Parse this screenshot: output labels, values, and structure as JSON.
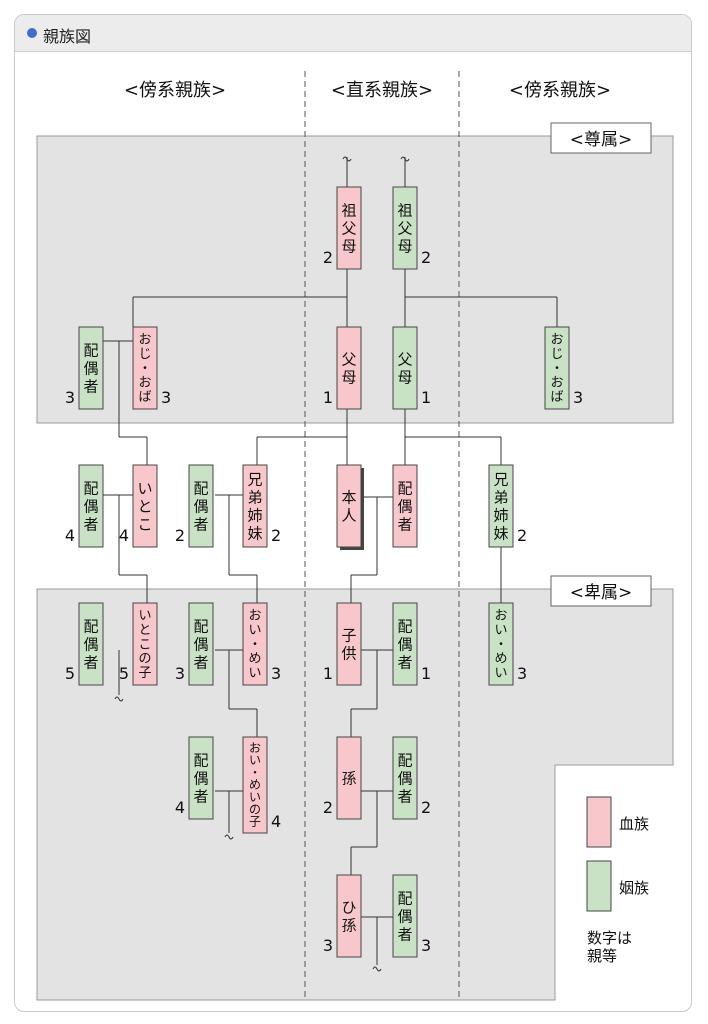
{
  "window": {
    "title": "親族図"
  },
  "headers": {
    "left": "<傍系親族>",
    "center": "<直系親族>",
    "right": "<傍系親族>"
  },
  "zones": {
    "ascendant": "<尊属>",
    "descendant": "<卑属>"
  },
  "persons": {
    "gf_blood": {
      "label": "祖父母",
      "degree": "2"
    },
    "gf_inlaw": {
      "label": "祖父母",
      "degree": "2"
    },
    "uncle_spouse": {
      "label": "配偶者",
      "degree": "3"
    },
    "uncle_left": {
      "label": "おじ・おば",
      "degree": "3"
    },
    "parent_blood": {
      "label": "父母",
      "degree": "1"
    },
    "parent_inlaw": {
      "label": "父母",
      "degree": "1"
    },
    "uncle_right": {
      "label": "おじ・おば",
      "degree": "3"
    },
    "cousin_spouse": {
      "label": "配偶者",
      "degree": "4"
    },
    "cousin": {
      "label": "いとこ",
      "degree": "4"
    },
    "sibling_spouse": {
      "label": "配偶者",
      "degree": "2"
    },
    "sibling": {
      "label": "兄弟姉妹",
      "degree": "2"
    },
    "self": {
      "label": "本人",
      "degree": ""
    },
    "self_spouse": {
      "label": "配偶者",
      "degree": ""
    },
    "sibling_inlaw": {
      "label": "兄弟姉妹",
      "degree": "2"
    },
    "cousinchild_spouse": {
      "label": "配偶者",
      "degree": "5"
    },
    "cousin_child": {
      "label": "いとこの子",
      "degree": "5"
    },
    "nephew_spouse": {
      "label": "配偶者",
      "degree": "3"
    },
    "nephew": {
      "label": "おい・めい",
      "degree": "3"
    },
    "child": {
      "label": "子供",
      "degree": "1"
    },
    "child_spouse": {
      "label": "配偶者",
      "degree": "1"
    },
    "nephew_inlaw": {
      "label": "おい・めい",
      "degree": "3"
    },
    "nephewchild_spouse": {
      "label": "配偶者",
      "degree": "4"
    },
    "nephew_child": {
      "label": "おい・めいの子",
      "degree": "4"
    },
    "grandchild": {
      "label": "孫",
      "degree": "2"
    },
    "grandchild_spouse": {
      "label": "配偶者",
      "degree": "2"
    },
    "greatgrandchild": {
      "label": "ひ孫",
      "degree": "3"
    },
    "greatgrandchild_spouse": {
      "label": "配偶者",
      "degree": "3"
    }
  },
  "legend": {
    "blood": "血族",
    "inlaw": "姻族",
    "note": [
      "数字は",
      "親等"
    ]
  },
  "colors": {
    "blood": "#f8c7cc",
    "inlaw": "#c9e2c6",
    "zone": "#e3e3e3",
    "accent": "#3b6fc9"
  }
}
